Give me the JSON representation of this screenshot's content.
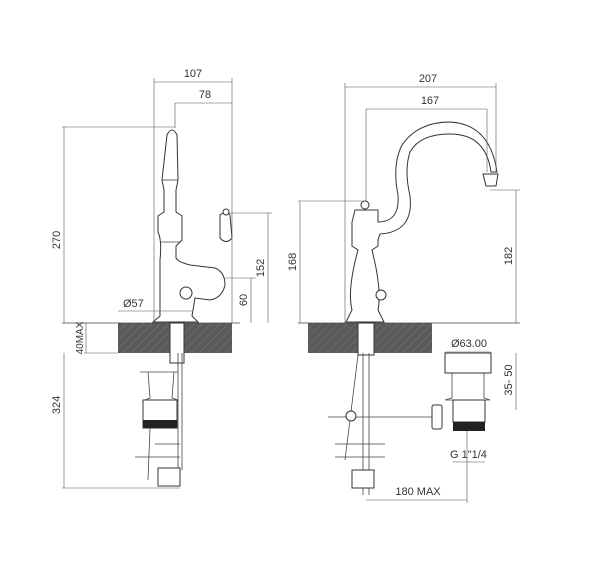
{
  "left_view": {
    "dims": {
      "width_total": "107",
      "spout_reach": "78",
      "height_total": "270",
      "handle_height": "152",
      "lever_height": "60",
      "base_diameter": "Ø57",
      "deck_thickness": "40MAX",
      "below_deck": "324"
    }
  },
  "right_view": {
    "dims": {
      "width_total": "207",
      "spout_reach": "167",
      "body_height": "168",
      "spout_height": "182",
      "drain_diameter": "Ø63.00",
      "drain_range": "35- 50",
      "thread": "G 1\"1/4",
      "rod_length": "180 MAX"
    }
  },
  "colors": {
    "line": "#444444",
    "countertop": "#555555"
  }
}
